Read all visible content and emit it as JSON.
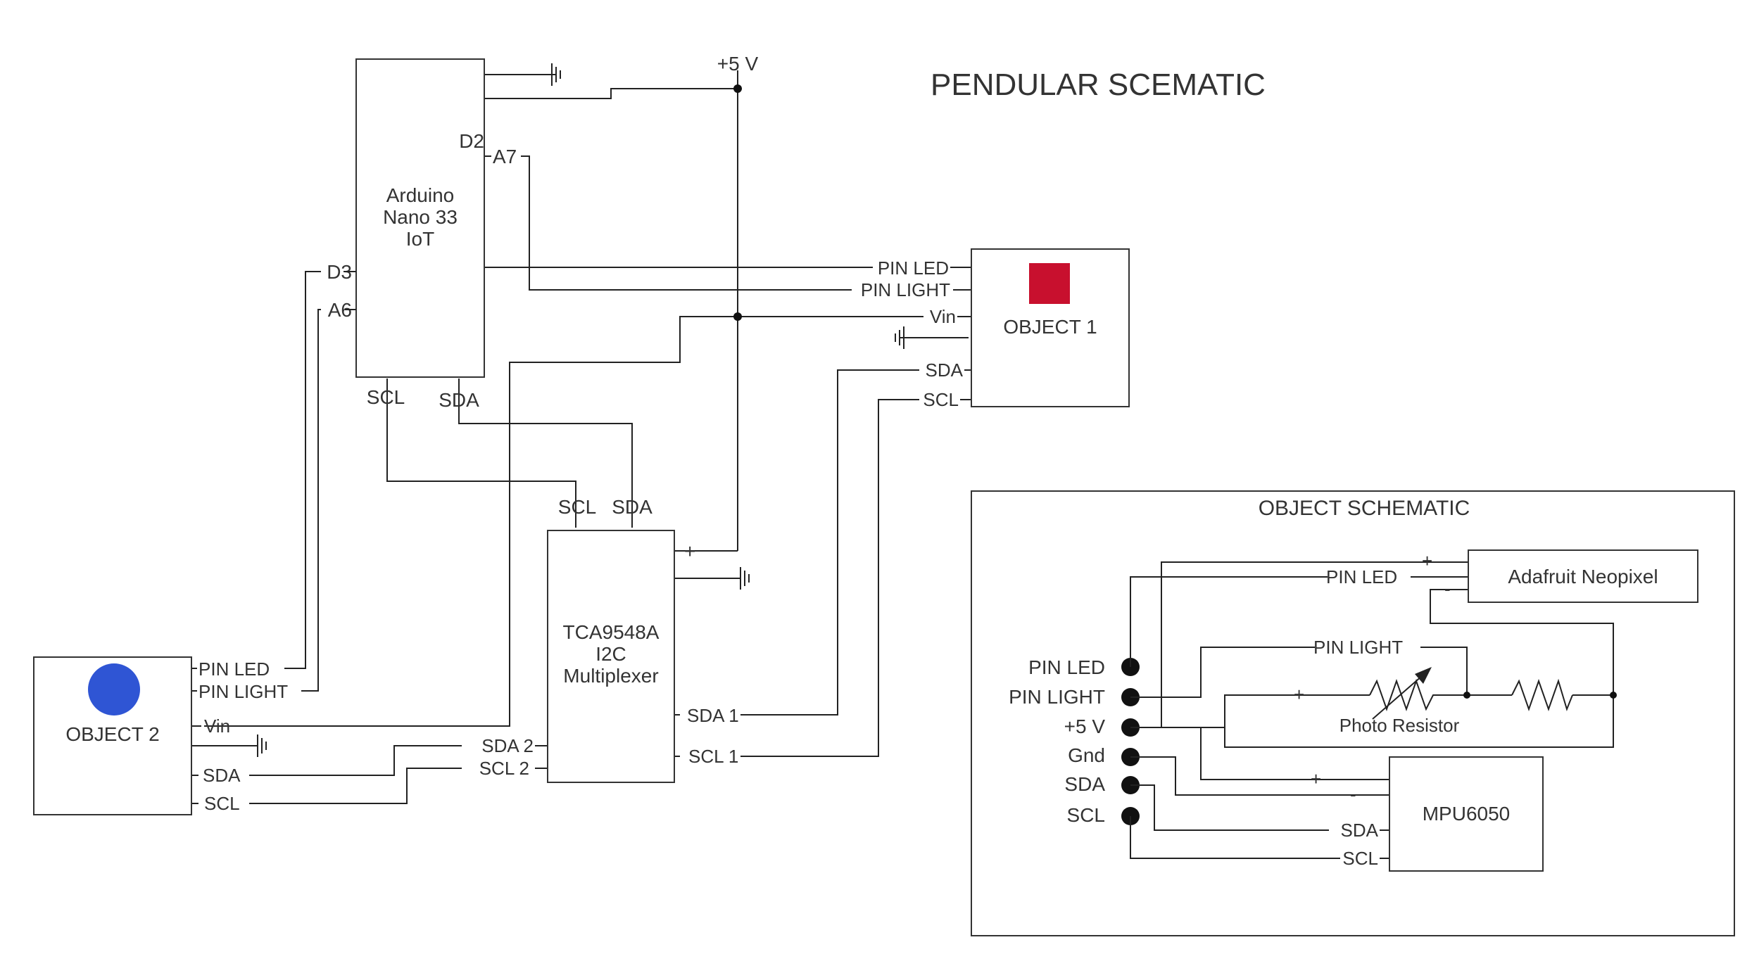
{
  "title": "PENDULAR SCEMATIC",
  "supply_label": "+5 V",
  "arduino": {
    "name_lines": [
      "Arduino",
      "Nano 33",
      "IoT"
    ],
    "pins": {
      "d2": "D2",
      "a7": "A7",
      "d3": "D3",
      "a6": "A6",
      "scl": "SCL",
      "sda": "SDA"
    }
  },
  "object1": {
    "name": "OBJECT 1",
    "indicator_color": "#C8102E",
    "pins": {
      "pin_led": "PIN LED",
      "pin_light": "PIN LIGHT",
      "vin": "Vin",
      "sda": "SDA",
      "scl": "SCL"
    }
  },
  "object2": {
    "name": "OBJECT 2",
    "indicator_color": "#2F55D4",
    "pins": {
      "pin_led": "PIN LED",
      "pin_light": "PIN LIGHT",
      "vin": "Vin",
      "sda": "SDA",
      "scl": "SCL"
    }
  },
  "multiplexer": {
    "name_lines": [
      "TCA9548A",
      "I2C",
      "Multiplexer"
    ],
    "pins": {
      "scl": "SCL",
      "sda": "SDA",
      "plus": "+",
      "sda1": "SDA 1",
      "scl1": "SCL 1",
      "sda2": "SDA 2",
      "scl2": "SCL 2"
    }
  },
  "object_schematic": {
    "title": "OBJECT SCHEMATIC",
    "terminals": [
      "PIN LED",
      "PIN LIGHT",
      "+5 V",
      "Gnd",
      "SDA",
      "SCL"
    ],
    "neopixel": {
      "name": "Adafruit Neopixel",
      "pin_led": "PIN LED",
      "plus": "+",
      "minus": "-"
    },
    "photo": {
      "pin_light": "PIN LIGHT",
      "plus": "+",
      "caption": "Photo Resistor"
    },
    "mpu": {
      "name": "MPU6050",
      "plus": "+",
      "minus": "-",
      "sda": "SDA",
      "scl": "SCL"
    }
  }
}
